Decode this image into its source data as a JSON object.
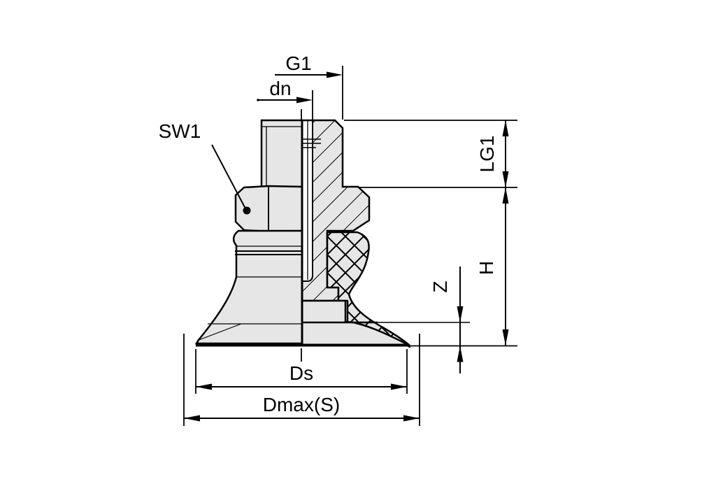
{
  "drawing": {
    "type": "technical-dimension-drawing",
    "subject": "vacuum suction cup with fitting, half-section view",
    "labels": {
      "g1": "G1",
      "dn": "dn",
      "sw1": "SW1",
      "lg1": "LG1",
      "h": "H",
      "z": "Z",
      "ds": "Ds",
      "dmax": "Dmax(S)"
    },
    "colors": {
      "line": "#000000",
      "part_fill": "#e6e6e6",
      "background": "#ffffff"
    }
  }
}
